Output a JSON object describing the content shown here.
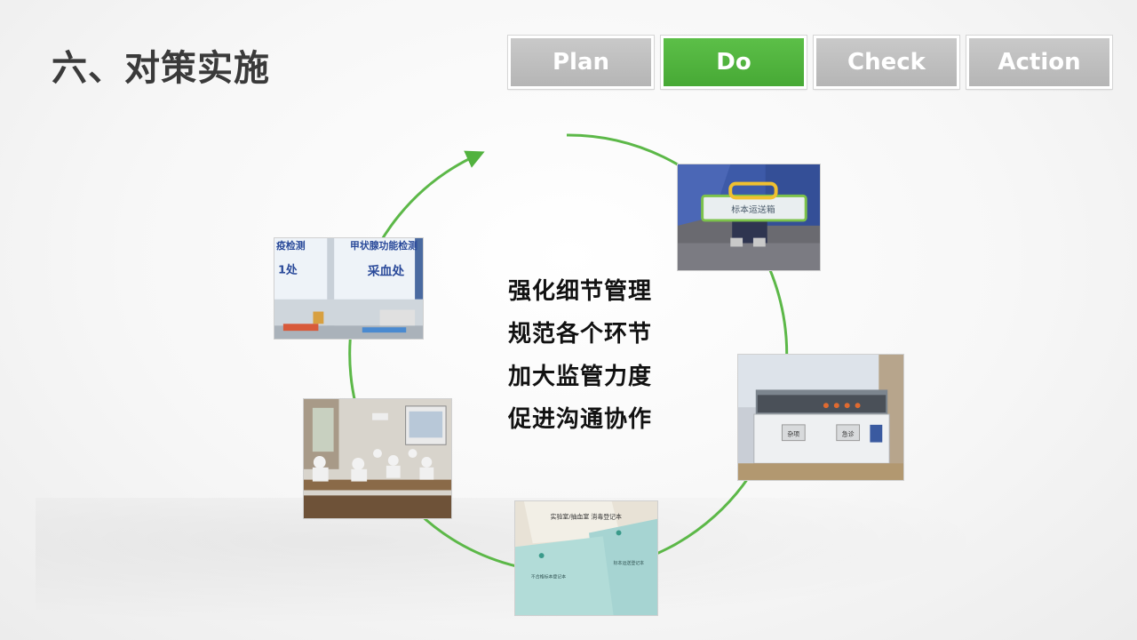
{
  "slide": {
    "title": "六、对策实施"
  },
  "pdca": {
    "tabs": [
      {
        "label": "Plan",
        "active": false
      },
      {
        "label": "Do",
        "active": true
      },
      {
        "label": "Check",
        "active": false
      },
      {
        "label": "Action",
        "active": false
      }
    ]
  },
  "colors": {
    "accent": "#52b23f",
    "tab_inactive": "#bfbfbf",
    "title": "#3a3a3a"
  },
  "measures": [
    "强化细节管理",
    "规范各个环节",
    "加大监管力度",
    "促进沟通协作"
  ],
  "photos": {
    "specimen_box_text": "标本运送箱",
    "lab_window": {
      "sign_left": "疫检测",
      "sign_left_2": "1处",
      "sign_right": "甲状腺功能检测",
      "sign_right_2": "采血处"
    },
    "water_bath": {
      "tag_left": "杂项",
      "tag_right": "急诊"
    },
    "logbooks": {
      "book_a_title": "实验室/抽血室\n消毒登记本",
      "book_b_title": "标本运送登记本",
      "book_c_title": "不合格标本登记本"
    }
  }
}
